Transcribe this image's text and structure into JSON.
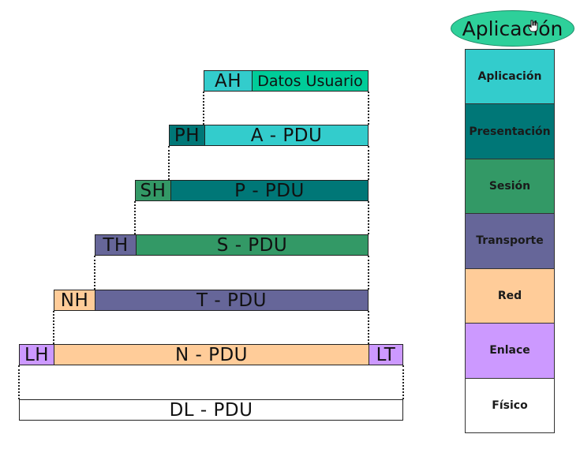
{
  "header_badge": "Aplicación",
  "colors": {
    "aplicacion": "#33cccc",
    "presentacion": "#007777",
    "sesion": "#339966",
    "transporte": "#666699",
    "red": "#ffcc99",
    "enlace": "#cc99ff",
    "fisico": "#ffffff",
    "datos_usuario": "#00cc99"
  },
  "encapsulation": {
    "row1": {
      "header": "AH",
      "payload": "Datos Usuario"
    },
    "row2": {
      "header": "PH",
      "payload": "A - PDU"
    },
    "row3": {
      "header": "SH",
      "payload": "P - PDU"
    },
    "row4": {
      "header": "TH",
      "payload": "S - PDU"
    },
    "row5": {
      "header": "NH",
      "payload": "T - PDU"
    },
    "row6": {
      "header": "LH",
      "payload": "N - PDU",
      "trailer": "LT"
    },
    "row7": {
      "payload": "DL - PDU"
    }
  },
  "osi_layers": [
    {
      "label": "Aplicación"
    },
    {
      "label": "Presentación"
    },
    {
      "label": "Sesión"
    },
    {
      "label": "Transporte"
    },
    {
      "label": "Red"
    },
    {
      "label": "Enlace"
    },
    {
      "label": "Físico"
    }
  ]
}
